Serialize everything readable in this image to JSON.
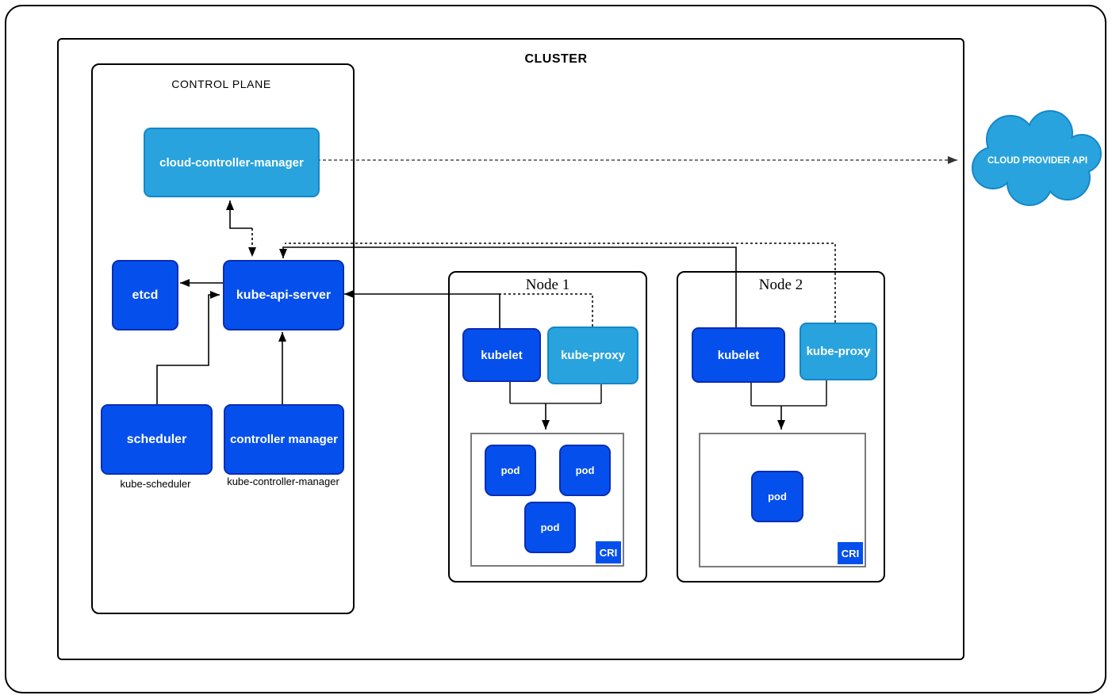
{
  "cluster": {
    "label": "CLUSTER"
  },
  "control_plane": {
    "label": "CONTROL PLANE",
    "cloud_controller_manager": {
      "label": "cloud-controller-manager"
    },
    "etcd": {
      "label": "etcd"
    },
    "kube_api_server": {
      "label": "kube-api-server"
    },
    "scheduler": {
      "label": "scheduler",
      "sublabel": "kube-scheduler"
    },
    "controller_manager": {
      "label": "controller manager",
      "sublabel": "kube-controller-manager"
    }
  },
  "nodes": [
    {
      "title": "Node 1",
      "kubelet": {
        "label": "kubelet"
      },
      "kube_proxy": {
        "label": "kube-proxy"
      },
      "cri": {
        "label": "CRI"
      },
      "pods": [
        "pod",
        "pod",
        "pod"
      ]
    },
    {
      "title": "Node 2",
      "kubelet": {
        "label": "kubelet"
      },
      "kube_proxy": {
        "label": "kube-proxy"
      },
      "cri": {
        "label": "CRI"
      },
      "pods": [
        "pod"
      ]
    }
  ],
  "cloud_provider_api": {
    "label": "CLOUD PROVIDER API"
  },
  "colors": {
    "component_dark_blue": "#0550EC",
    "component_dark_blue_border": "#0A2DB5",
    "component_light_blue": "#29A3DE",
    "component_light_blue_border": "#1586C8",
    "line_black": "#000000",
    "line_gray_dashed": "#4d4d4d",
    "cri_border_gray": "#7a7a7a"
  }
}
